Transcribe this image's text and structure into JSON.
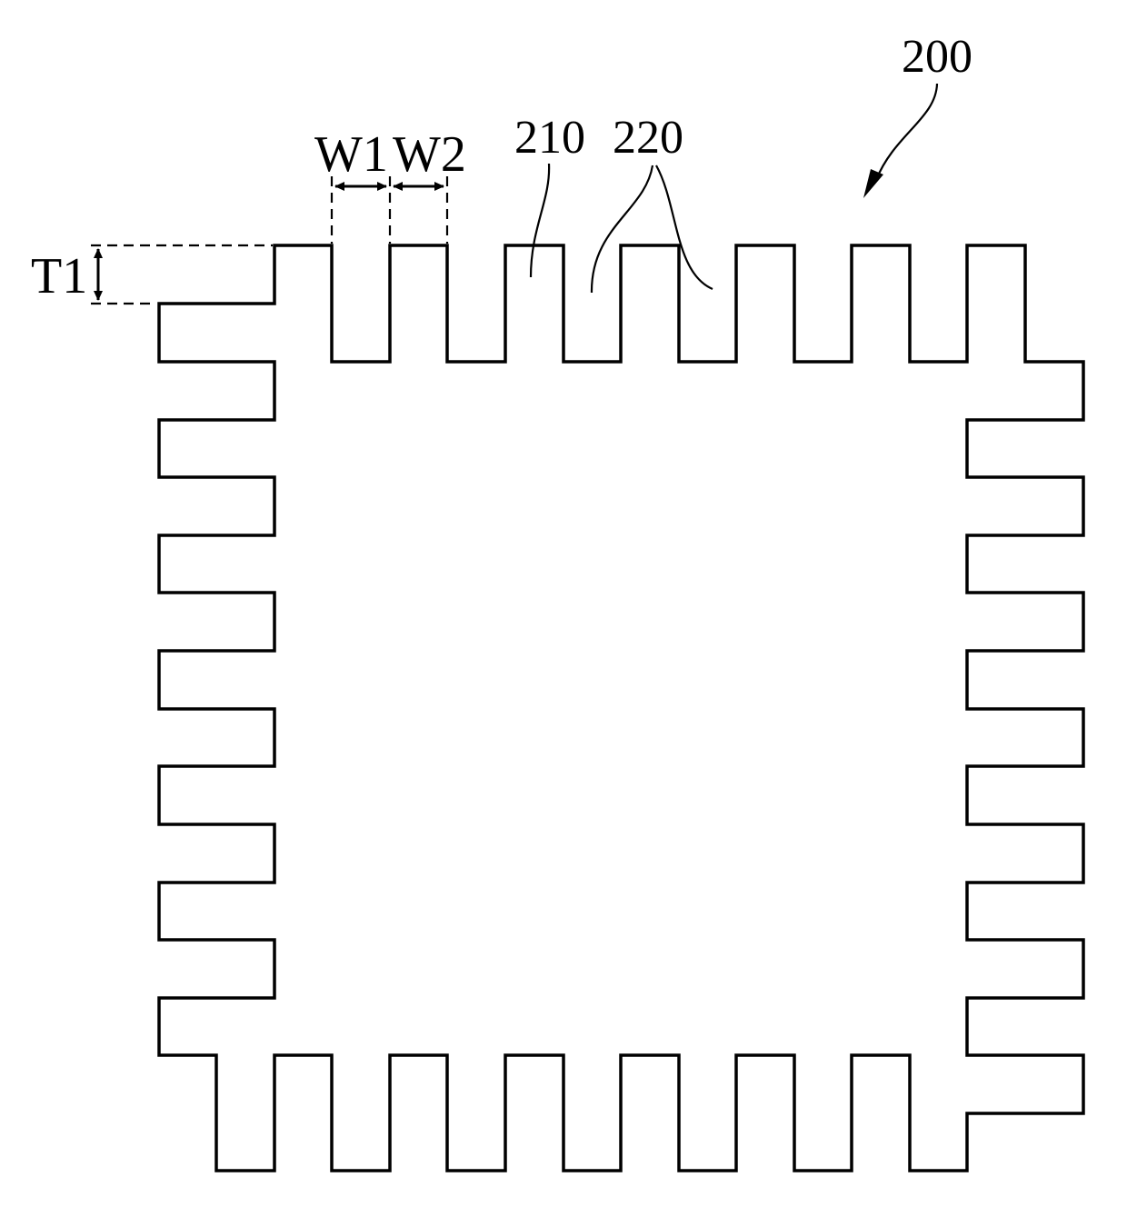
{
  "labels": {
    "figure_ref": "200",
    "protrusion_ref": "210",
    "recess_ref": "220",
    "width1": "W1",
    "width2": "W2",
    "thickness1": "T1"
  },
  "colors": {
    "line": "#000000",
    "background": "#ffffff"
  }
}
